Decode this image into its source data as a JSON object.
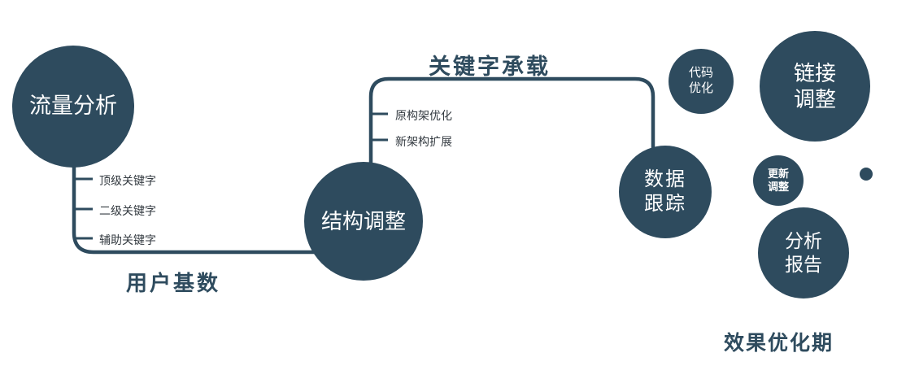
{
  "colors": {
    "primary": "#2e4b5e",
    "branch_text": "#333a40",
    "node_text": "#ffffff"
  },
  "nodes": {
    "traffic": {
      "label": "流量分析"
    },
    "structure": {
      "label": "结构调整"
    },
    "tracking": {
      "lines": [
        "数据",
        "跟踪"
      ]
    },
    "code": {
      "lines": [
        "代码",
        "优化"
      ]
    },
    "link": {
      "lines": [
        "链接",
        "调整"
      ]
    },
    "update": {
      "lines": [
        "更新",
        "调整"
      ]
    },
    "report": {
      "lines": [
        "分析",
        "报告"
      ]
    }
  },
  "edges": {
    "user_base": "用户基数",
    "keyword_carry": "关键字承载"
  },
  "branches": {
    "traffic": [
      "顶级关键字",
      "二级关键字",
      "辅助关键字"
    ],
    "structure": [
      "原构架优化",
      "新架构扩展"
    ]
  },
  "footer": "效果优化期"
}
